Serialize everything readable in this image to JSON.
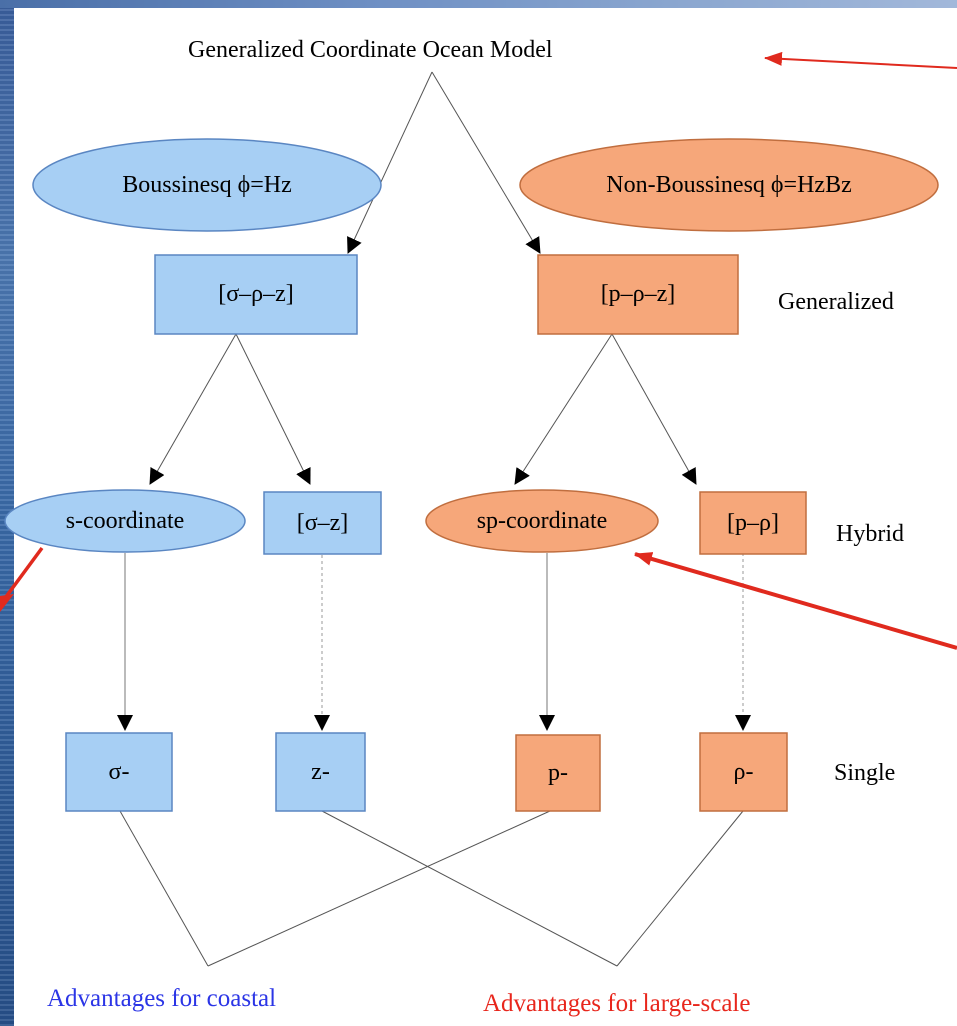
{
  "colors": {
    "blue_fill": "#a7cff4",
    "blue_stroke": "#5a86c2",
    "orange_fill": "#f6a77a",
    "orange_stroke": "#c06e3f",
    "edge": "#555555",
    "pointer_red": "#e02a1e",
    "coastal_text": "#2b35e6",
    "largescale_text": "#e8261c"
  },
  "root": {
    "title": "Generalized Coordinate Ocean Model"
  },
  "formulations": {
    "boussinesq": "Boussinesq ϕ=Hz",
    "non_boussinesq": "Non-Boussinesq ϕ=HzBz"
  },
  "levels": {
    "generalized": "Generalized",
    "hybrid": "Hybrid",
    "single": "Single"
  },
  "nodes": {
    "sigma_rho_z": "[σ–ρ–z]",
    "p_rho_z": "[p–ρ–z]",
    "s_coordinate": "s-coordinate",
    "sigma_z": "[σ–z]",
    "sp_coordinate": "sp-coordinate",
    "p_rho": "[p–ρ]",
    "sigma": "σ-",
    "z": "z-",
    "p": "p-",
    "rho": "ρ-"
  },
  "advantages": {
    "coastal": "Advantages for coastal",
    "large_scale": "Advantages for large-scale"
  }
}
